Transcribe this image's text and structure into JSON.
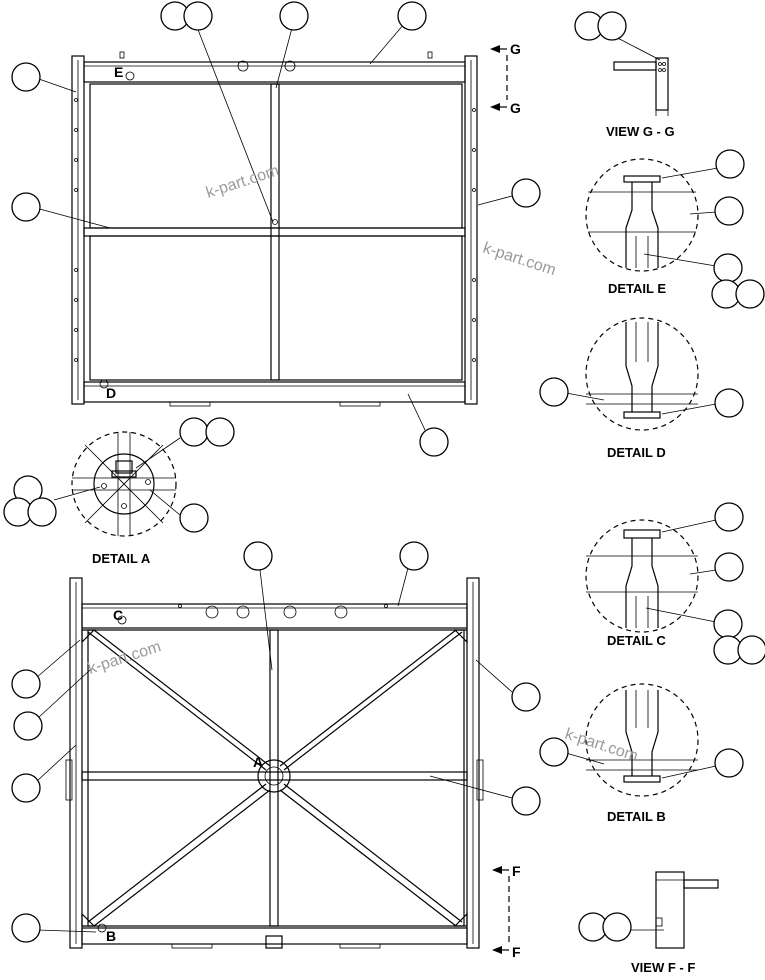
{
  "watermark": "k-part.com",
  "detail_labels": {
    "detail_a": "DETAIL A",
    "detail_b": "DETAIL B",
    "detail_c": "DETAIL C",
    "detail_d": "DETAIL D",
    "detail_e": "DETAIL E",
    "view_g": "VIEW G - G",
    "view_f": "VIEW F - F"
  },
  "markers": {
    "a": "A",
    "b": "B",
    "c": "C",
    "d": "D",
    "e": "E",
    "g_top": "G",
    "g_bottom": "G",
    "f_top": "F",
    "f_bottom": "F"
  }
}
